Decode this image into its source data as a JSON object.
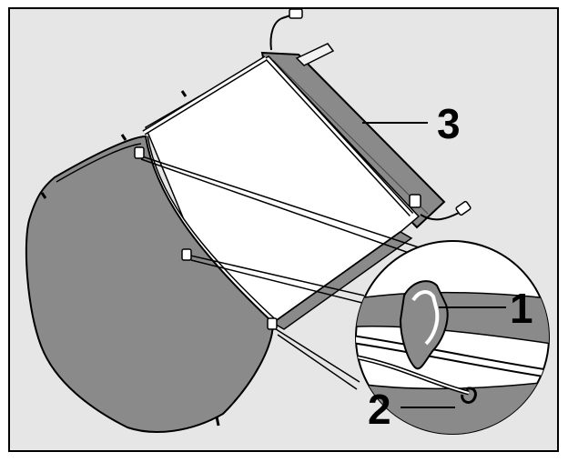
{
  "figure": {
    "callouts": [
      {
        "id": "1",
        "label": "1"
      },
      {
        "id": "2",
        "label": "2"
      },
      {
        "id": "3",
        "label": "3"
      }
    ]
  },
  "colors": {
    "panel_fill": "#e6e6e6",
    "dark_fabric": "#8a8a8a",
    "frame_fill": "#ffffff",
    "line": "#000000",
    "mesh_highlight": "#f2f2f2"
  }
}
